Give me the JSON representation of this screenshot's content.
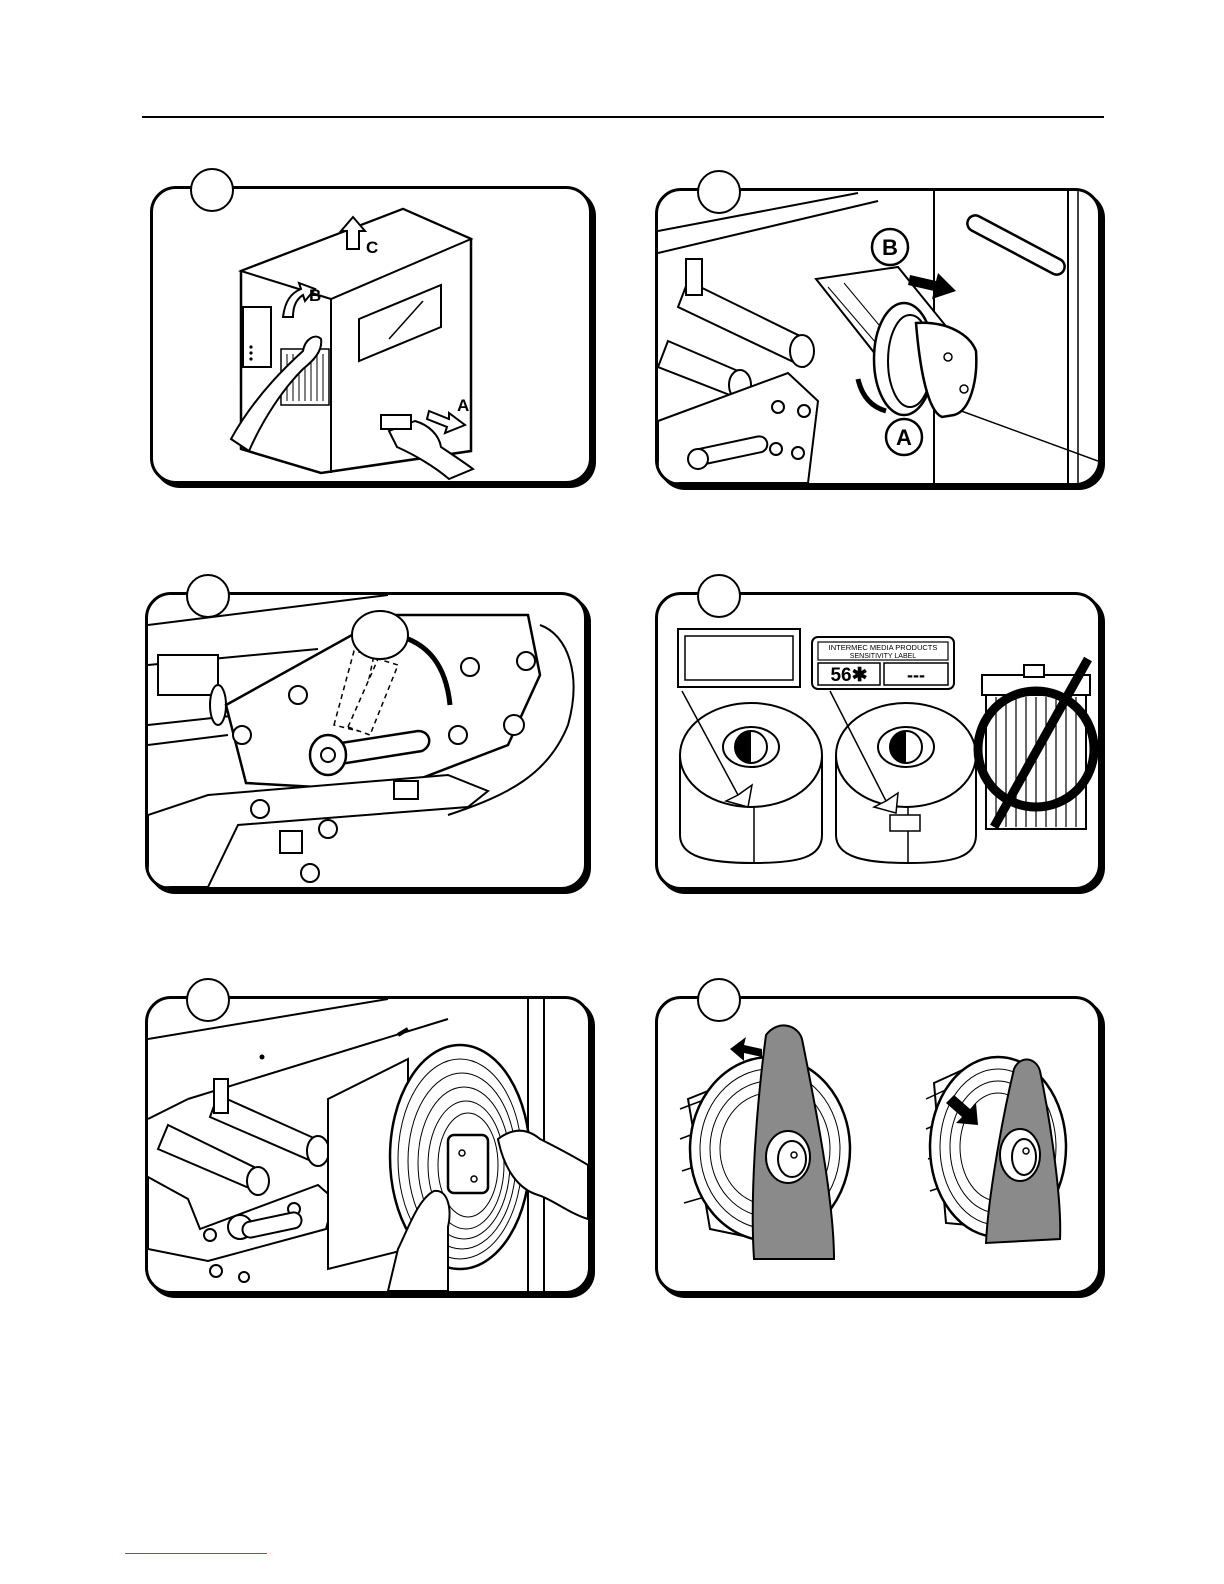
{
  "panels": {
    "p1": {
      "labels": [
        "C",
        "B",
        "A"
      ]
    },
    "p2": {
      "labels": [
        "B",
        "A"
      ]
    },
    "p4": {
      "sensitivity_header": "INTERMEC MEDIA PRODUCTS",
      "sensitivity_sub": "SENSITIVITY LABEL",
      "sensitivity_value": "56✱",
      "sensitivity_blank": "---"
    }
  },
  "icons": [
    "arrow-up-icon",
    "arrow-right-icon",
    "rotate-arrow-icon",
    "prohibited-icon"
  ],
  "colors": {
    "ink": "#000000",
    "fill_gray": "#8a8a8a",
    "link_blue": "#3366cc"
  }
}
